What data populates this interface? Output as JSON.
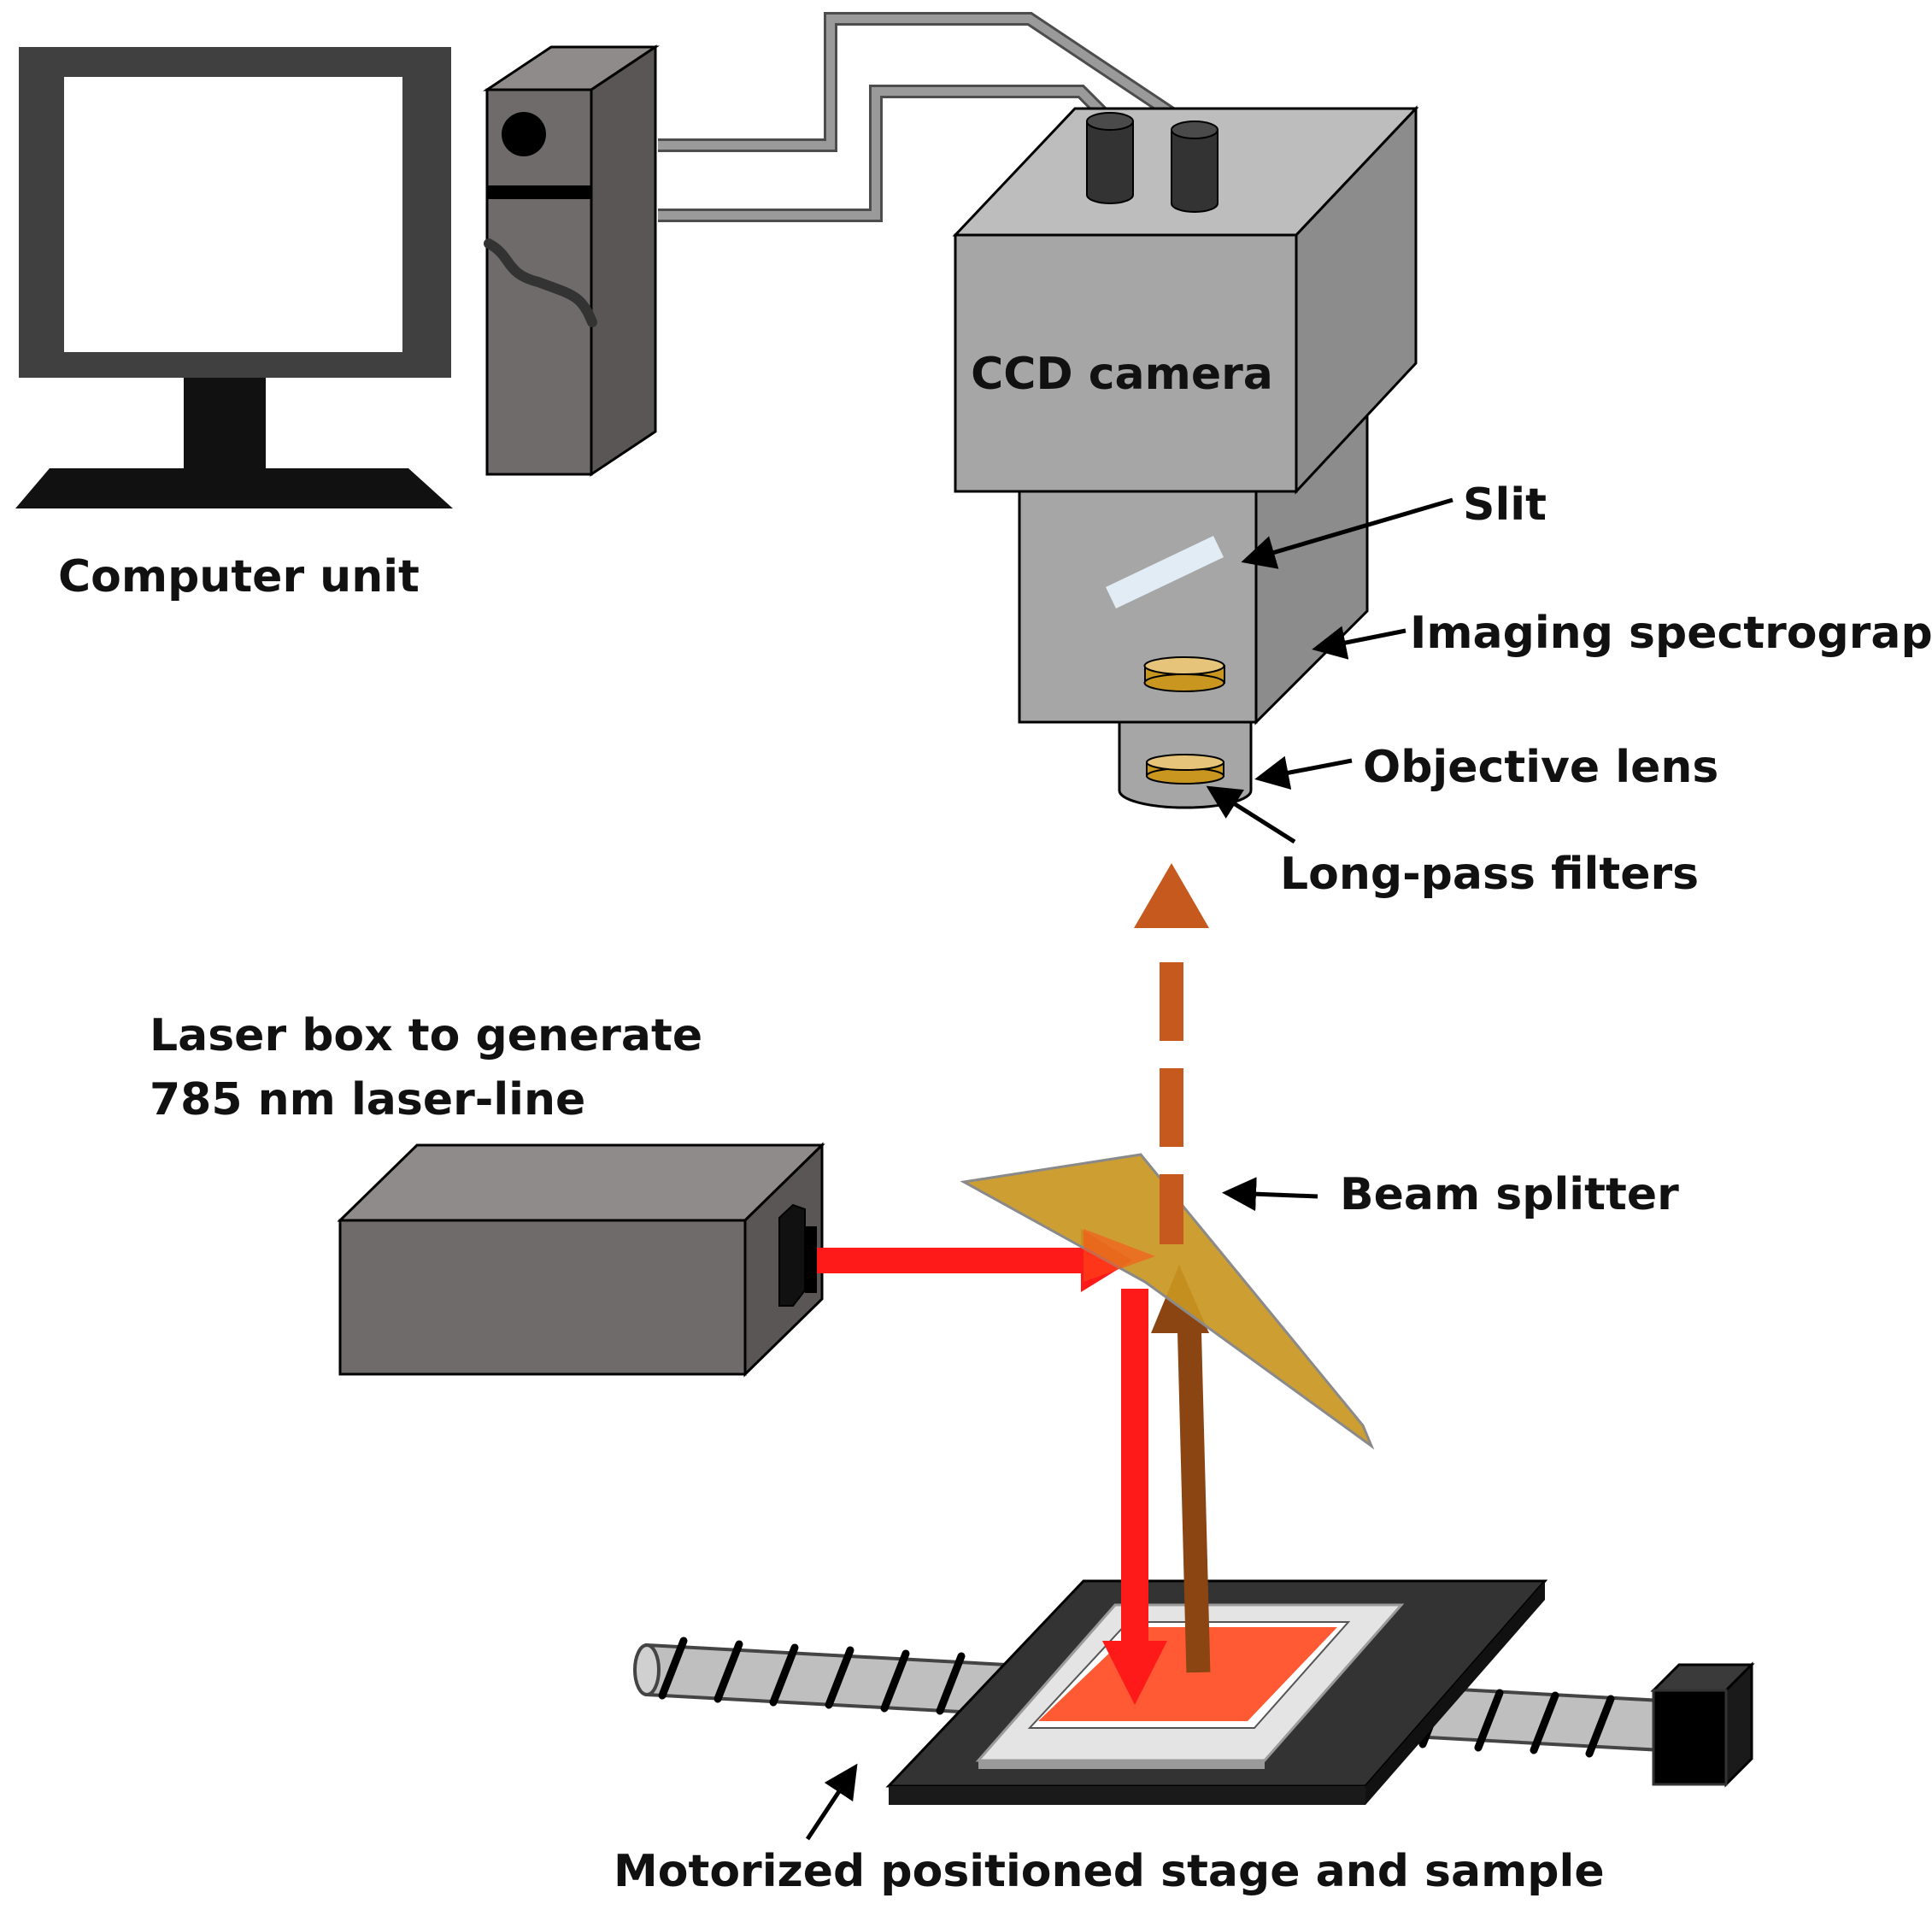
{
  "labels": {
    "computer_unit": "Computer unit",
    "ccd_camera": "CCD camera",
    "slit": "Slit",
    "imaging_spectrograph": "Imaging spectrograph",
    "objective_lens": "Objective lens",
    "long_pass_filters": "Long-pass filters",
    "laser_box_line1": "Laser box to generate",
    "laser_box_line2": "785 nm laser-line",
    "beam_splitter": "Beam splitter",
    "stage_sample": "Motorized positioned stage and sample"
  },
  "colors": {
    "laser_beam": "#ff1a1a",
    "raman_signal": "#8b4513",
    "collected_signal": "#c65a1e",
    "beam_splitter": "#c9961f",
    "sample": "#ff5a33",
    "device_gray": "#a6a6a6",
    "dark_case": "#6f6b6b"
  }
}
